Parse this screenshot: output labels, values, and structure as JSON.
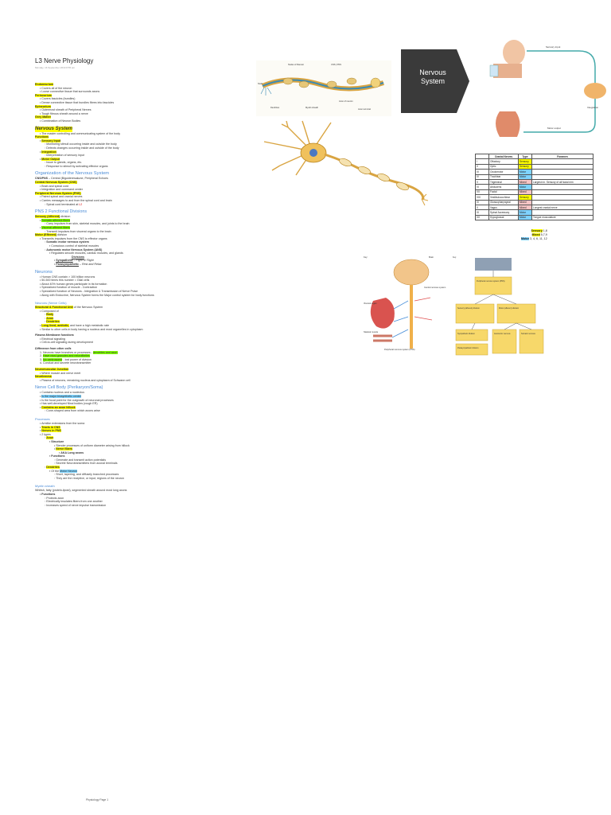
{
  "header": {
    "title": "L3 Nerve Physiology",
    "date": "Monday, 16 September 2019    8:55 am"
  },
  "notes": {
    "endoneurium_t": "Endoneurium",
    "endoneurium_1": "Covers all of the neuron",
    "endoneurium_2": "Loose connective tissue that surrounds axons",
    "perineurium_t": "Perineurium",
    "perineurium_1": "Covers fascicles (bundles)",
    "perineurium_2": "Dense connective tissue that bundles fibres into fascicles",
    "epineurium_t": "Epineurium",
    "epineurium_1": "Outermost sheath of Peripheral Nerves",
    "epineurium_2": "Tough fibrous sheath around a nerve",
    "grey_t": "Grey Matter",
    "grey_1": "Combination of Neuron Bodies",
    "ns_title": "Nervous System",
    "ns_1": "The master controlling and communicating system of the body",
    "functions_t": "Functions",
    "sensory_input": "Sensory Input",
    "si_1": "Monitoring stimuli occurring inside and outside the body",
    "si_2": "Detects changes occurring inside and outside of the body",
    "integration": "Integration",
    "int_1": "Interpretation of sensory input",
    "motor_output": "Motor Output",
    "mo_1": "Issue to glands, organs, etc.",
    "mo_2": "Response to stimuli by activating effector organs",
    "org_title": "Organization of the Nervous System",
    "cns_pns": "CNS/PNS",
    "cns_pns_rest": "– Central (Biguideresakune, Peripheral Echoes",
    "cns_t": "Central Nervous System (CNS)",
    "cns_1": "Brain and spinal cord",
    "cns_2": "Integration and command center",
    "pns_t": "Peripheral Nervous System (PNS)",
    "pns_1": "Paired spinal and cranial nerves",
    "pns_2": "Carries messages to and from the spinal cord and brain",
    "pns_3": "Spinal cord terminated at",
    "pns_3b": "L2",
    "pns2_title": "PNS 2 Functional Divisions",
    "sens_div": "Sensory (Afferent)",
    "sens_div_rest": " division",
    "somatic_af": "Somatic afferent fibers",
    "saf_1": "Carry impulses from skin, skeletal muscles, and joints to the brain",
    "visceral_af": "Visceral afferent fibers",
    "vaf_1": "Transmit impulses from visceral organs to the brain",
    "motor_div": "Motor (Efferent)",
    "motor_div_rest": " division",
    "md_1": "Transmits impulses from the CNS to effector organs",
    "md_sms": "Somatic motor nervous system",
    "md_sms_1": "Conscious control of skeletal muscles",
    "md_ans": "Autonomic motor Nervous System (ANS)",
    "md_ans_1": "Regulates smooth muscles, cardiac muscles, and glands",
    "divisions": "Divisions",
    "symp": "Sympathetic",
    "symp_rest": " – Fight or Flight",
    "parasymp": "Parasympathetic",
    "parasymp_rest": " – Rest and Relax",
    "neurons_title": "Neurons",
    "n_1": "Human CNS contain > 100 billion neurons",
    "n_2": "50-500 times this number = Glial cells",
    "n_3": "About 40% human genes participate in its formation",
    "n_4": "Specialized function of muscle - Contraction",
    "n_5": "Specialized function of Neurons - Integration & Transmission of Nerve Pulse",
    "n_6": "Along with Endocrine, Nervous System forms the Major control system for body functions",
    "nc_title": "Neurons (Nerve Cells)",
    "nc_struct": "Structural & Functional Unit",
    "nc_struct_rest": " of the Nervous System",
    "nc_comp": "Composed of",
    "nc_body": "Body",
    "nc_axon": "Axon",
    "nc_dend": "Dendrites",
    "nc_long": "Long lived, amitotic,",
    "nc_long_rest": " and have a high metabolic rate",
    "nc_similar": "Similar to other cells in body having a nucleus and most organelles in cytoplasm",
    "pm_title": "Plasma Membrane functions",
    "pm_1": "Electrical signaling",
    "pm_2": "Cell-to-cell signaling during development",
    "diff_title": "Difference from other cells",
    "diff_1": "Neurons have branches or processes",
    "diff_1b": "dendrites and axon",
    "diff_2": "Have nissl granules and neurofibriles",
    "diff_3": "No centrosome",
    "diff_3b": " - lost power of division",
    "diff_4": "Conduct and secrete neurotransmitter",
    "nmj_title": "Neuromuscular Junction",
    "nmj_1": "Where muscle and nerve meet",
    "neurilemma_t": "Neurilemma",
    "neurilemma_1": "Plasma of neurons, remaining nucleus and cytoplasm of Schwann cell",
    "ncb_title": "Nerve Cell Body (Perikaryon/Soma)",
    "ncb_1": "Contains nucleus and a nucleolus",
    "ncb_2": "Is the major biosynthetic center",
    "ncb_3": "Is the focal point for the outgrowth of neuronal processes",
    "ncb_4": "Has well-developed Nissl bodies (rough ER)",
    "ncb_5": "Contains an axon hillock",
    "ncb_5a": "Cone-shaped area from which axons arise",
    "proc_title": "Processes",
    "proc_1": "Armlike extensions from the soma",
    "proc_2": "Tracts in CNS",
    "proc_3": "Nerves in PNS",
    "proc_4": "2 types",
    "axon": "Axon",
    "structure": "Structure",
    "ax_s1": "Slender processes of uniform diameter arising from hillock",
    "nerve_fibers": "Nerve fibers",
    "long_axons": "AKA Long axons",
    "functions": "Functions",
    "ax_f1": "Generate and transmit action potentials",
    "ax_f2": "Secrete Neurotransmitters from axonal terminals",
    "dendrites": "Dendrites",
    "dd_1": "Of the ",
    "dd_1b": "Motor Neuron",
    "dd_2": "Short, tapering, and diffusely branched processes",
    "dd_3": "They are the receptive, or input, regions of the neuron",
    "myelin_title": "Myelin sheath",
    "my_1": "Whitish, fatty (protein-lipoid), segmented sheath around most long axons",
    "my_functions": "Functions",
    "my_f1": "Protects axon",
    "my_f2": "Electrically insulates fibers from one another",
    "my_f3": "Increases speed of nerve impulse transmission"
  },
  "arrow_label": "Nervous System",
  "cranial_table": {
    "headers": [
      "",
      "Cranial Nerves",
      "Type",
      "Foramen"
    ],
    "rows": [
      [
        "I",
        "Olfactory",
        "Sensory",
        ""
      ],
      [
        "II",
        "Optic",
        "Sensory",
        ""
      ],
      [
        "III",
        "Oculomotor",
        "Motor",
        ""
      ],
      [
        "IV",
        "Trochlear",
        "Motor",
        ""
      ],
      [
        "V",
        "Trigeminal",
        "Mixed",
        "Largest nn. Sensory of all facial mm"
      ],
      [
        "VI",
        "Abducens",
        "Motor",
        ""
      ],
      [
        "VII",
        "Facial",
        "Mixed",
        ""
      ],
      [
        "VIII",
        "Vestibulocochlear",
        "Sensory",
        ""
      ],
      [
        "IX",
        "Glossopharyngeal",
        "Mixed",
        ""
      ],
      [
        "X",
        "Vagus",
        "Mixed",
        "Longest cranial nerve"
      ],
      [
        "XI",
        "Spinal Accessory",
        "Motor",
        ""
      ],
      [
        "XII",
        "Hypoglossal",
        "Motor",
        "Tongue musculature"
      ]
    ]
  },
  "cranial_summary": {
    "sensory": "Sensory",
    "sensory_v": " 1,8",
    "mixed": "Mixed",
    "mixed_v": " 5,7,9",
    "motor": "Motor",
    "motor_v": " 3, 4, 6, 11, 12"
  },
  "footer": "Physiology Page 1",
  "colors": {
    "highlight": "#ffff00",
    "green": "#7fff00",
    "blue": "#7fd3ff",
    "heading": "#4a8bd6",
    "arrow": "#3a3a3a"
  }
}
